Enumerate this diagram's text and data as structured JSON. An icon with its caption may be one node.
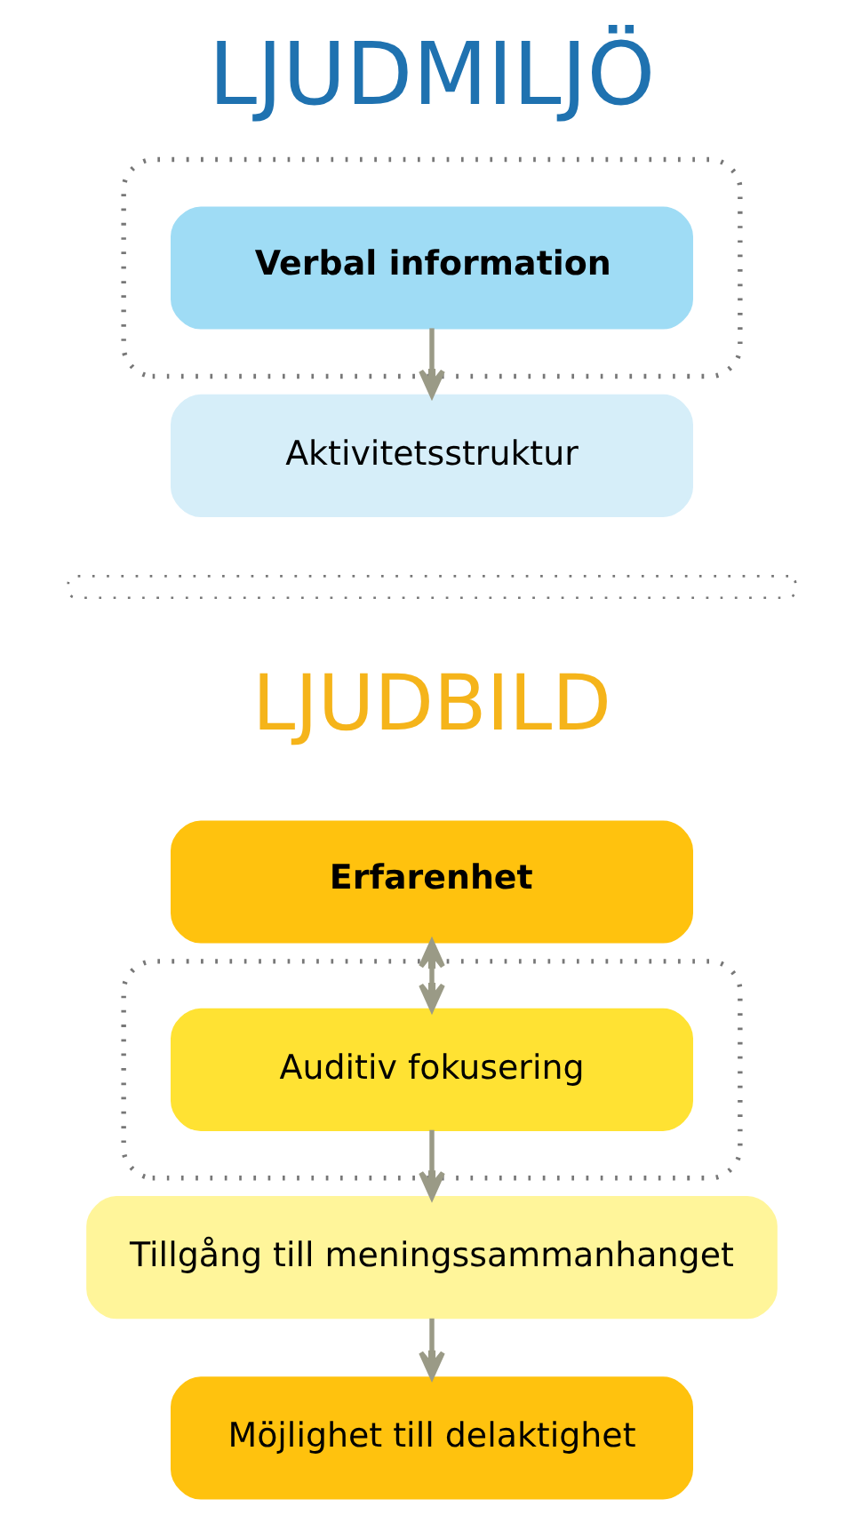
{
  "diagram": {
    "title": "LJUDMILJÖ",
    "nodes": [
      {
        "text": [],
        "shape": "bracket"
      },
      {
        "text": [
          "Verbal information"
        ],
        "in": 0
      },
      {
        "text": [
          "Aktivitetsstruktur"
        ]
      },
      {
        "text": [],
        "shape": "brace"
      },
      {
        "text": [
          "Erfarenhet"
        ]
      },
      {
        "text": [],
        "shape": "bracket"
      },
      {
        "text": [
          "Auditiv fokusering"
        ],
        "in": 5
      },
      {
        "text": [
          "Tillgång till meningssammanhanget"
        ]
      },
      {
        "text": [
          "Möjlighet till delaktighet"
        ]
      }
    ],
    "edges": [
      {
        "from": 1,
        "to": 2,
        "arrow": "to"
      },
      {
        "from": 4,
        "to": 6,
        "arrow": "both"
      },
      {
        "from": 6,
        "to": 7,
        "arrow": "to"
      },
      {
        "from": 7,
        "to": 8,
        "arrow": "to"
      }
    ],
    "labels": [
      "LJUDBILD"
    ]
  }
}
